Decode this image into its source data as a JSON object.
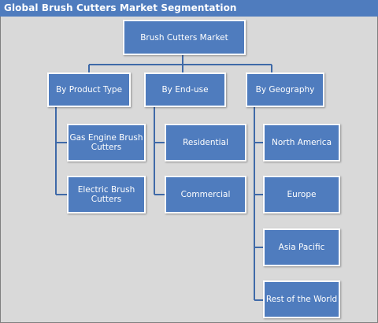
{
  "title": "Global Brush Cutters Market Segmentation",
  "root": "Brush Cutters Market",
  "colors": {
    "box": "#4f7cbe",
    "line": "#3f6aa8",
    "background": "#d9d9d9"
  },
  "branches": [
    {
      "label": "By Product Type",
      "children": [
        "Gas Engine Brush Cutters",
        "Electric Brush Cutters"
      ]
    },
    {
      "label": "By End-use",
      "children": [
        "Residential",
        "Commercial"
      ]
    },
    {
      "label": "By Geography",
      "children": [
        "North America",
        "Europe",
        "Asia Pacific",
        "Rest of the World"
      ]
    }
  ]
}
